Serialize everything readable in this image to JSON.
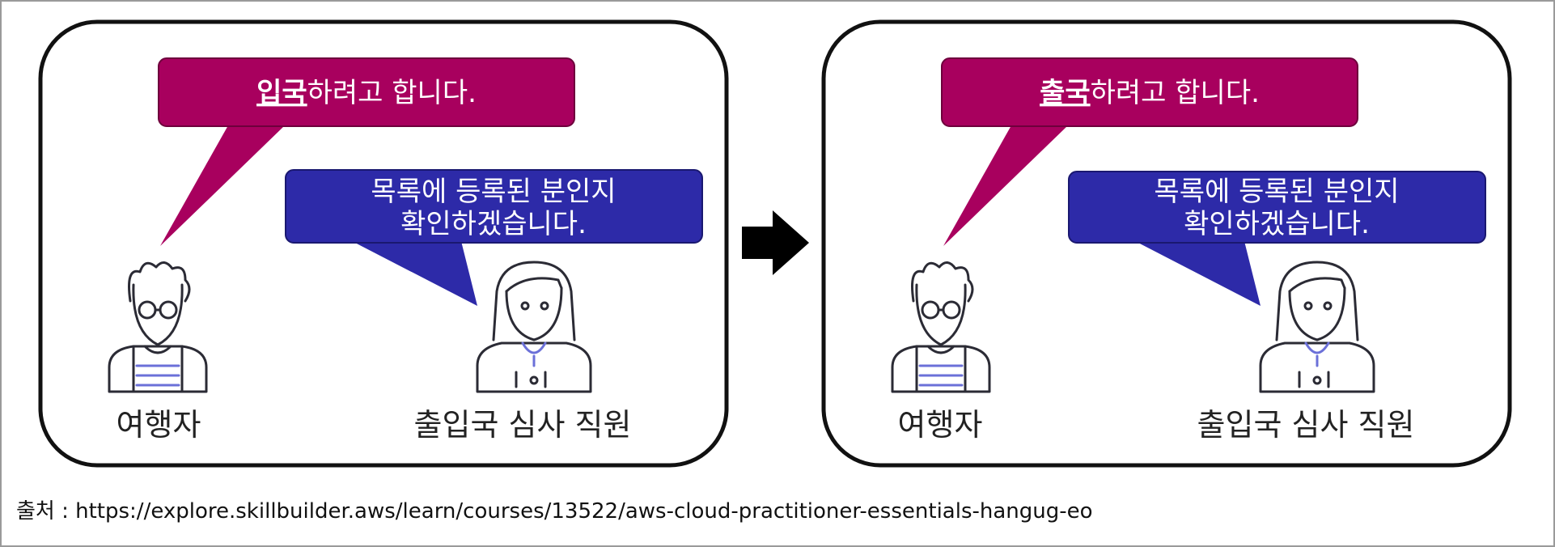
{
  "panels": [
    {
      "traveler_speech": {
        "emphasis": "입국",
        "rest": "하려고 합니다."
      },
      "officer_speech": {
        "line1": "목록에 등록된 분인지",
        "line2": "확인하겠습니다."
      },
      "traveler_label": "여행자",
      "officer_label": "출입국 심사 직원"
    },
    {
      "traveler_speech": {
        "emphasis": "출국",
        "rest": "하려고 합니다."
      },
      "officer_speech": {
        "line1": "목록에 등록된 분인지",
        "line2": "확인하겠습니다."
      },
      "traveler_label": "여행자",
      "officer_label": "출입국 심사 직원"
    }
  ],
  "source": "출처 : https://explore.skillbuilder.aws/learn/courses/13522/aws-cloud-practitioner-essentials-hangug-eo",
  "colors": {
    "traveler_bubble": "#a8005e",
    "officer_bubble": "#2d2aa8",
    "panel_border": "#111111",
    "arrow": "#000000",
    "stripe": "#6b70d8"
  }
}
